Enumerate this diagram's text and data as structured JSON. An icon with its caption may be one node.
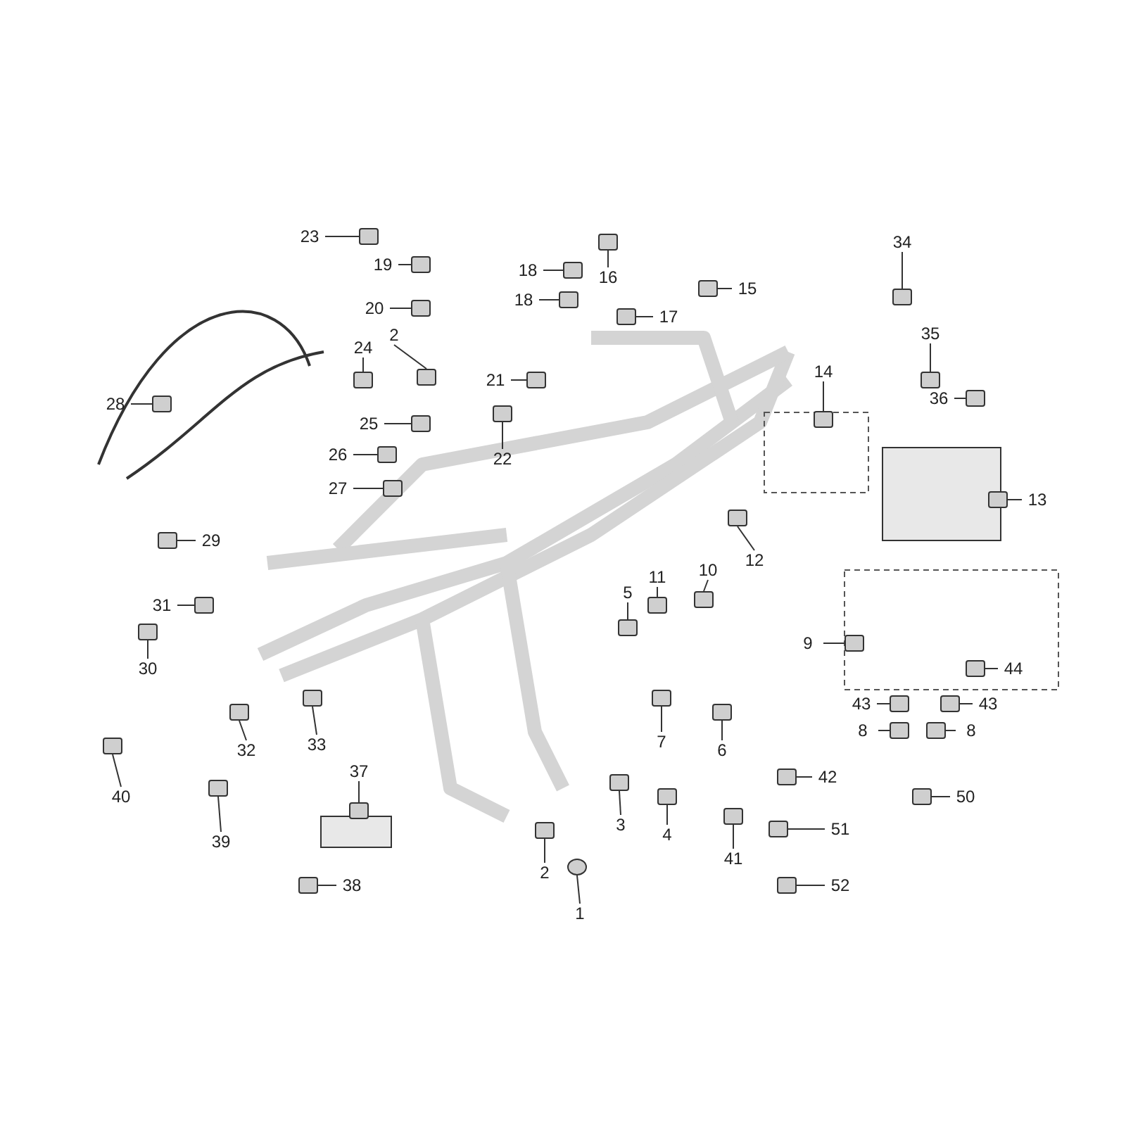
{
  "diagram": {
    "nodes": [
      {
        "text": [
          "34"
        ]
      },
      {
        "text": [
          "23"
        ]
      },
      {
        "text": [
          "19"
        ]
      },
      {
        "text": [
          "18"
        ]
      },
      {
        "text": [
          "16"
        ]
      },
      {
        "text": [
          "15"
        ]
      },
      {
        "text": [
          "18"
        ]
      },
      {
        "text": [
          "20"
        ]
      },
      {
        "text": [
          "17"
        ]
      },
      {
        "text": [
          "35"
        ]
      },
      {
        "text": [
          "2"
        ]
      },
      {
        "text": [
          "24"
        ]
      },
      {
        "text": [
          "14"
        ]
      },
      {
        "text": [
          "21"
        ]
      },
      {
        "text": [
          "36"
        ]
      },
      {
        "text": [
          "28"
        ]
      },
      {
        "text": [
          "25"
        ]
      },
      {
        "text": [
          "26"
        ]
      },
      {
        "text": [
          "22"
        ]
      },
      {
        "text": [
          "27"
        ]
      },
      {
        "text": [
          "13"
        ]
      },
      {
        "text": [
          "29"
        ]
      },
      {
        "text": [
          "12"
        ]
      },
      {
        "text": [
          "10"
        ]
      },
      {
        "text": [
          "11"
        ]
      },
      {
        "text": [
          "5"
        ]
      },
      {
        "text": [
          "31"
        ]
      },
      {
        "text": [
          "9"
        ]
      },
      {
        "text": [
          "30"
        ]
      },
      {
        "text": [
          "44"
        ]
      },
      {
        "text": [
          "43"
        ]
      },
      {
        "text": [
          "43"
        ]
      },
      {
        "text": [
          "8"
        ]
      },
      {
        "text": [
          "8"
        ]
      },
      {
        "text": [
          "7"
        ]
      },
      {
        "text": [
          "33"
        ]
      },
      {
        "text": [
          "6"
        ]
      },
      {
        "text": [
          "32"
        ]
      },
      {
        "text": [
          "37"
        ]
      },
      {
        "text": [
          "42"
        ]
      },
      {
        "text": [
          "40"
        ]
      },
      {
        "text": [
          "50"
        ]
      },
      {
        "text": [
          "3"
        ]
      },
      {
        "text": [
          "51"
        ]
      },
      {
        "text": [
          "4"
        ]
      },
      {
        "text": [
          "39"
        ]
      },
      {
        "text": [
          "41"
        ]
      },
      {
        "text": [
          "2"
        ]
      },
      {
        "text": [
          "38"
        ]
      },
      {
        "text": [
          "52"
        ]
      },
      {
        "text": [
          "1"
        ]
      },
      {
        "text": [],
        "shape": "box"
      },
      {
        "text": [],
        "shape": "box"
      },
      {
        "text": [],
        "shape": "box"
      },
      {
        "text": [],
        "shape": "box"
      },
      {
        "text": [],
        "shape": "box"
      },
      {
        "text": [],
        "shape": "box"
      },
      {
        "text": [],
        "shape": "box"
      },
      {
        "text": [],
        "shape": "box"
      },
      {
        "text": [],
        "shape": "box"
      },
      {
        "text": [],
        "shape": "box"
      },
      {
        "text": [],
        "shape": "box"
      },
      {
        "text": [],
        "shape": "box"
      },
      {
        "text": [],
        "shape": "box"
      },
      {
        "text": [],
        "shape": "box"
      },
      {
        "text": [],
        "shape": "box"
      },
      {
        "text": [],
        "shape": "box"
      },
      {
        "text": [],
        "shape": "box"
      },
      {
        "text": [],
        "shape": "box"
      },
      {
        "text": [],
        "shape": "box"
      },
      {
        "text": [],
        "shape": "box"
      },
      {
        "text": [],
        "shape": "box"
      },
      {
        "text": [],
        "shape": "box"
      },
      {
        "text": [],
        "shape": "box"
      },
      {
        "text": [],
        "shape": "box"
      },
      {
        "text": [],
        "shape": "box"
      },
      {
        "text": [],
        "shape": "box"
      },
      {
        "text": [],
        "shape": "box"
      },
      {
        "text": [],
        "shape": "box"
      },
      {
        "text": [],
        "shape": "box"
      },
      {
        "text": [],
        "shape": "box"
      },
      {
        "text": [],
        "shape": "box"
      },
      {
        "text": [],
        "shape": "box"
      },
      {
        "text": [],
        "shape": "box"
      },
      {
        "text": [],
        "shape": "box"
      },
      {
        "text": [],
        "shape": "box"
      },
      {
        "text": [],
        "shape": "box"
      },
      {
        "text": [],
        "shape": "box"
      },
      {
        "text": [],
        "shape": "box"
      },
      {
        "text": [],
        "shape": "box"
      },
      {
        "text": [],
        "shape": "box"
      },
      {
        "text": [],
        "shape": "box"
      },
      {
        "text": [],
        "shape": "box"
      },
      {
        "text": [],
        "shape": "box"
      },
      {
        "text": [],
        "shape": "box"
      },
      {
        "text": [],
        "shape": "box"
      },
      {
        "text": [],
        "shape": "box"
      },
      {
        "text": [],
        "shape": "box"
      },
      {
        "text": [],
        "shape": "box"
      },
      {
        "text": [],
        "shape": "box"
      },
      {
        "text": [],
        "shape": "box"
      },
      {
        "text": [],
        "shape": "circle"
      }
    ],
    "edges": [
      {
        "from": 0,
        "to": 51,
        "arrow": "none"
      },
      {
        "from": 1,
        "to": 52,
        "arrow": "none"
      },
      {
        "from": 2,
        "to": 53,
        "arrow": "none"
      },
      {
        "from": 3,
        "to": 54,
        "arrow": "none"
      },
      {
        "from": 4,
        "to": 55,
        "arrow": "none"
      },
      {
        "from": 5,
        "to": 56,
        "arrow": "none"
      },
      {
        "from": 6,
        "to": 57,
        "arrow": "none"
      },
      {
        "from": 7,
        "to": 58,
        "arrow": "none"
      },
      {
        "from": 8,
        "to": 59,
        "arrow": "none"
      },
      {
        "from": 9,
        "to": 60,
        "arrow": "none"
      },
      {
        "from": 10,
        "to": 61,
        "arrow": "none"
      },
      {
        "from": 11,
        "to": 62,
        "arrow": "none"
      },
      {
        "from": 12,
        "to": 63,
        "arrow": "none"
      },
      {
        "from": 13,
        "to": 64,
        "arrow": "none"
      },
      {
        "from": 14,
        "to": 65,
        "arrow": "none"
      },
      {
        "from": 15,
        "to": 66,
        "arrow": "none"
      },
      {
        "from": 16,
        "to": 67,
        "arrow": "none"
      },
      {
        "from": 17,
        "to": 68,
        "arrow": "none"
      },
      {
        "from": 18,
        "to": 69,
        "arrow": "none"
      },
      {
        "from": 19,
        "to": 70,
        "arrow": "none"
      },
      {
        "from": 20,
        "to": 71,
        "arrow": "none"
      },
      {
        "from": 21,
        "to": 72,
        "arrow": "none"
      },
      {
        "from": 22,
        "to": 73,
        "arrow": "none"
      },
      {
        "from": 23,
        "to": 74,
        "arrow": "none"
      },
      {
        "from": 24,
        "to": 75,
        "arrow": "none"
      },
      {
        "from": 25,
        "to": 76,
        "arrow": "none"
      },
      {
        "from": 26,
        "to": 77,
        "arrow": "none"
      },
      {
        "from": 27,
        "to": 78,
        "arrow": "none"
      },
      {
        "from": 28,
        "to": 79,
        "arrow": "none"
      },
      {
        "from": 29,
        "to": 80,
        "arrow": "none"
      },
      {
        "from": 30,
        "to": 81,
        "arrow": "none"
      },
      {
        "from": 31,
        "to": 82,
        "arrow": "none"
      },
      {
        "from": 32,
        "to": 83,
        "arrow": "none"
      },
      {
        "from": 33,
        "to": 84,
        "arrow": "none"
      },
      {
        "from": 34,
        "to": 85,
        "arrow": "none"
      },
      {
        "from": 35,
        "to": 86,
        "arrow": "none"
      },
      {
        "from": 36,
        "to": 87,
        "arrow": "none"
      },
      {
        "from": 37,
        "to": 88,
        "arrow": "none"
      },
      {
        "from": 38,
        "to": 89,
        "arrow": "none"
      },
      {
        "from": 39,
        "to": 90,
        "arrow": "none"
      },
      {
        "from": 40,
        "to": 91,
        "arrow": "none"
      },
      {
        "from": 41,
        "to": 92,
        "arrow": "none"
      },
      {
        "from": 42,
        "to": 93,
        "arrow": "none"
      },
      {
        "from": 43,
        "to": 94,
        "arrow": "none"
      },
      {
        "from": 44,
        "to": 95,
        "arrow": "none"
      },
      {
        "from": 45,
        "to": 96,
        "arrow": "none"
      },
      {
        "from": 46,
        "to": 97,
        "arrow": "none"
      },
      {
        "from": 47,
        "to": 98,
        "arrow": "none"
      },
      {
        "from": 48,
        "to": 99,
        "arrow": "none"
      },
      {
        "from": 49,
        "to": 100,
        "arrow": "none"
      },
      {
        "from": 50,
        "to": 101,
        "arrow": "none"
      }
    ]
  }
}
